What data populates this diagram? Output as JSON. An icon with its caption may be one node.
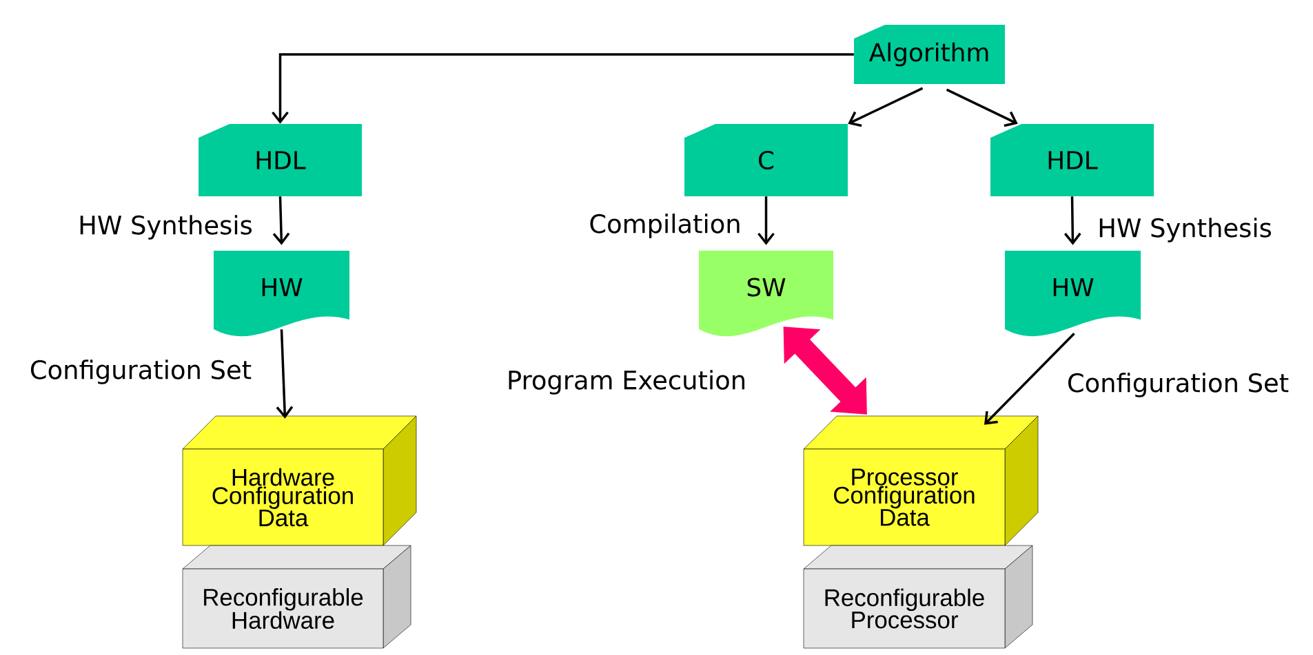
{
  "diagram": {
    "nodes": [
      {
        "text": [
          "Algorithm"
        ]
      },
      {
        "text": [
          "HDL"
        ]
      },
      {
        "text": [
          "C"
        ]
      },
      {
        "text": [
          "HDL"
        ]
      },
      {
        "text": [
          "HW"
        ]
      },
      {
        "text": [
          "SW"
        ]
      },
      {
        "text": [
          "HW"
        ]
      },
      {
        "text": [
          "Hardware Configuration Data"
        ]
      },
      {
        "text": [
          "Reconfigurable Hardware"
        ]
      },
      {
        "text": [
          "Processor Configuration Data"
        ]
      },
      {
        "text": [
          "Reconfigurable Processor"
        ]
      }
    ],
    "edges": [
      {
        "from": 0,
        "to": 1,
        "arrow": "to"
      },
      {
        "from": 0,
        "to": 2,
        "arrow": "to"
      },
      {
        "from": 0,
        "to": 3,
        "arrow": "to"
      },
      {
        "from": 1,
        "to": 4,
        "arrow": "to",
        "label": "HW Synthesis"
      },
      {
        "from": 2,
        "to": 5,
        "arrow": "to",
        "label": "Compilation"
      },
      {
        "from": 3,
        "to": 6,
        "arrow": "to",
        "label": "HW Synthesis"
      },
      {
        "from": 4,
        "to": 7,
        "arrow": "to",
        "label": "Configuration Set"
      },
      {
        "from": 5,
        "to": 9,
        "arrow": "both",
        "label": "Program Execution",
        "style": "thick",
        "color": "#ff0066"
      },
      {
        "from": 6,
        "to": 9,
        "arrow": "to",
        "label": "Configuration Set"
      }
    ]
  }
}
